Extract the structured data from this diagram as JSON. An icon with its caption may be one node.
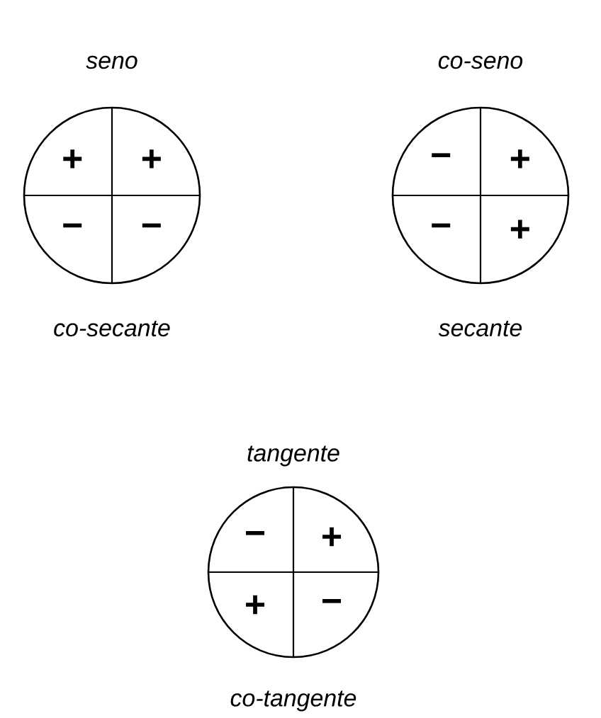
{
  "diagram": {
    "nodes": [
      {
        "text": [
          "+",
          "+",
          "−",
          "−"
        ],
        "beside": [
          "seno",
          "co-secante"
        ]
      },
      {
        "text": [
          "−",
          "+",
          "−",
          "+"
        ],
        "beside": [
          "co-seno",
          "secante"
        ]
      },
      {
        "text": [
          "−",
          "+",
          "+",
          "−"
        ],
        "beside": [
          "tangente",
          "co-tangente"
        ]
      }
    ]
  }
}
